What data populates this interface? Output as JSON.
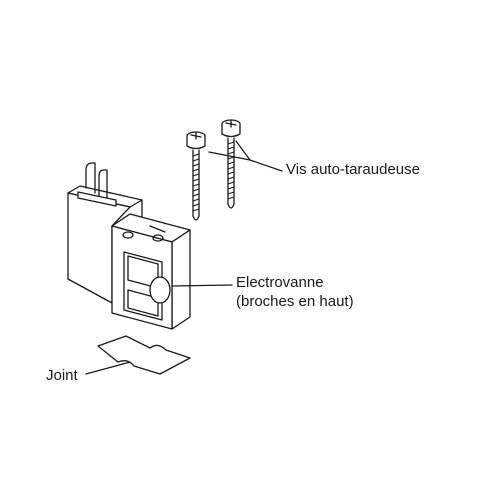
{
  "labels": {
    "screws": "Vis auto-taraudeuse",
    "valve_line1": "Electrovanne",
    "valve_line2": "(broches en haut)",
    "joint": "Joint"
  },
  "colors": {
    "stroke": "#1a1a1a",
    "background": "#ffffff",
    "fill": "#ffffff"
  }
}
